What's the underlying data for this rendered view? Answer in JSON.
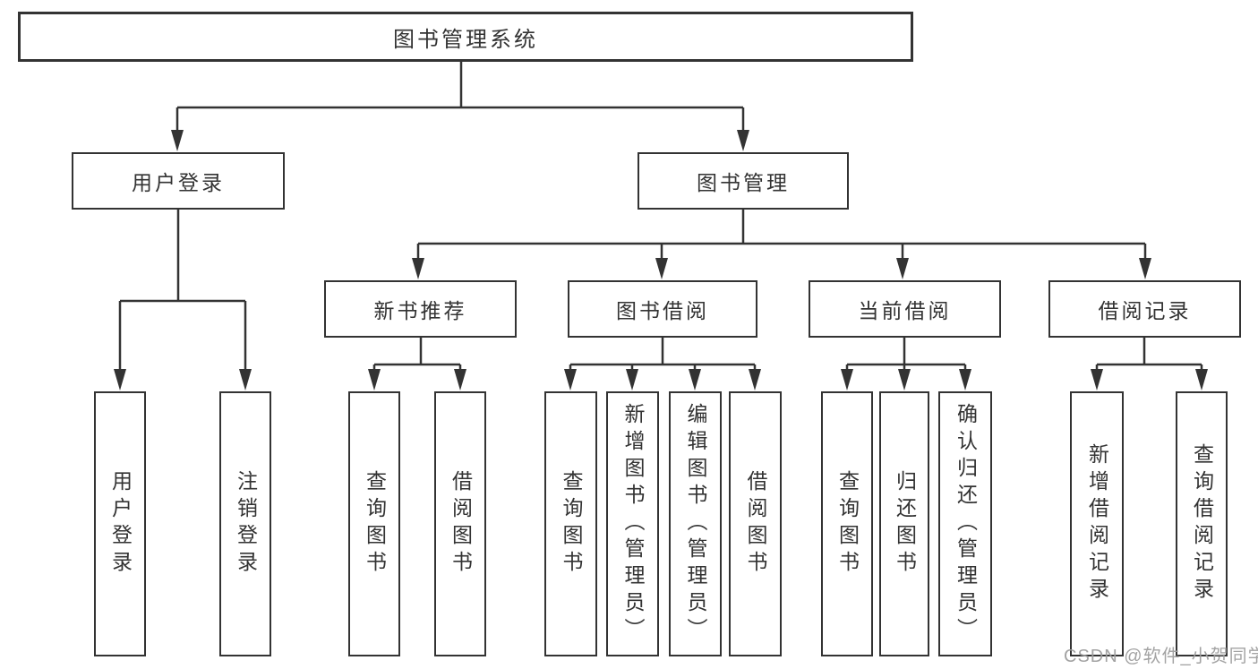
{
  "nodes": {
    "root": {
      "label": "图书管理系统"
    },
    "level2": [
      {
        "label": "用户登录"
      },
      {
        "label": "图书管理"
      }
    ],
    "level3": [
      {
        "label": "新书推荐"
      },
      {
        "label": "图书借阅"
      },
      {
        "label": "当前借阅"
      },
      {
        "label": "借阅记录"
      }
    ],
    "leaves": [
      {
        "label": "用户登录"
      },
      {
        "label": "注销登录"
      },
      {
        "label": "查询图书"
      },
      {
        "label": "借阅图书"
      },
      {
        "label": "查询图书"
      },
      {
        "label": "新增图书（管理员）"
      },
      {
        "label": "编辑图书（管理员）"
      },
      {
        "label": "借阅图书"
      },
      {
        "label": "查询图书"
      },
      {
        "label": "归还图书"
      },
      {
        "label": "确认归还（管理员）"
      },
      {
        "label": "新增借阅记录"
      },
      {
        "label": "查询借阅记录"
      }
    ]
  },
  "watermark": {
    "text": "CSDN @软件_小贺同学"
  },
  "colors": {
    "line": "#333333",
    "text": "#333333",
    "background": "#ffffff",
    "watermark": "#9e9e9e"
  }
}
